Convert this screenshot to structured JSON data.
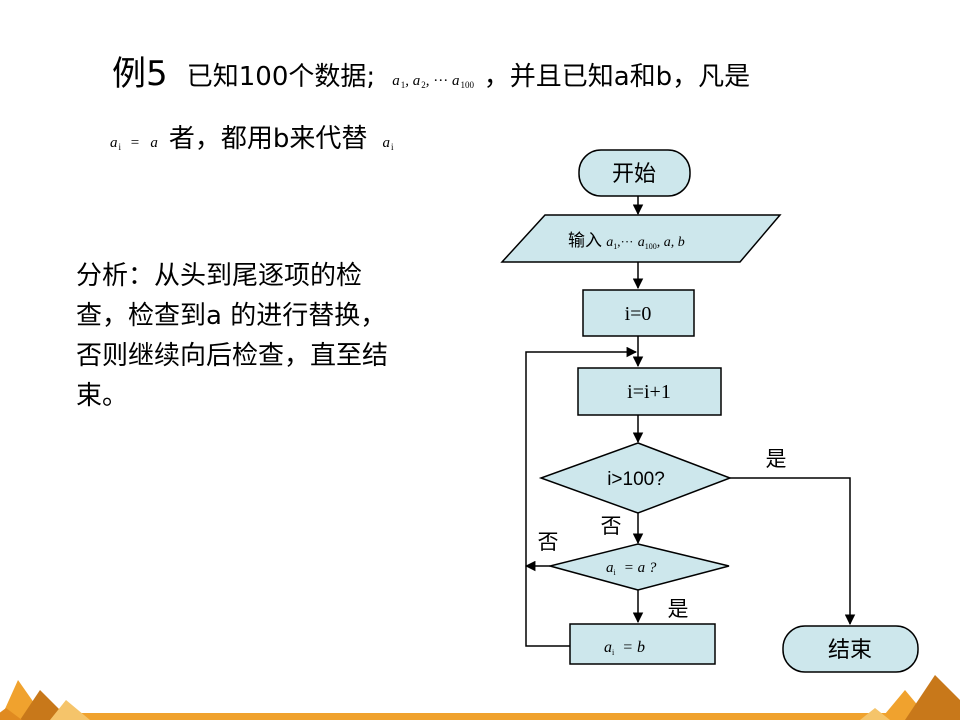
{
  "heading": {
    "example_label": "例5",
    "intro": "已知100个数据;",
    "seq_a1": "a",
    "seq_a1_sub": "1",
    "seq_sep1": ",",
    "seq_a2": "a",
    "seq_a2_sub": "2",
    "seq_sep2": ",",
    "seq_dots": "···",
    "seq_a100": "a",
    "seq_a100_sub": "100",
    "tail": "，并且已知a和b，凡是"
  },
  "condition": {
    "ai": "a",
    "ai_sub": "i",
    "equals": "=",
    "a": "a",
    "text": "者，都用b来代替",
    "ai2": "a",
    "ai2_sub": "i"
  },
  "analysis_text": "分析：从头到尾逐项的检查，检查到a 的进行替换，否则继续向后检查，直至结束。",
  "flowchart": {
    "start": "开始",
    "input_label": "输入",
    "input_a1": "a",
    "input_a1_sub": "1",
    "input_dots": ",···",
    "input_a100": "a",
    "input_a100_sub": "100",
    "input_tail": ", a, b",
    "init": "i=0",
    "increment": "i=i+1",
    "cond1": "i>100?",
    "cond1_yes": "是",
    "cond1_no": "否",
    "cond2_ai": "a",
    "cond2_sub": "i",
    "cond2_rest": "=  a ?",
    "cond2_no": "否",
    "cond2_yes": "是",
    "assign_ai": "a",
    "assign_sub": "i",
    "assign_rest": "=  b",
    "end": "结束"
  },
  "colors": {
    "box_fill": "#cde7ec",
    "stroke": "#000000",
    "accent_orange": "#f0a22e",
    "accent_dark": "#c8781a"
  }
}
